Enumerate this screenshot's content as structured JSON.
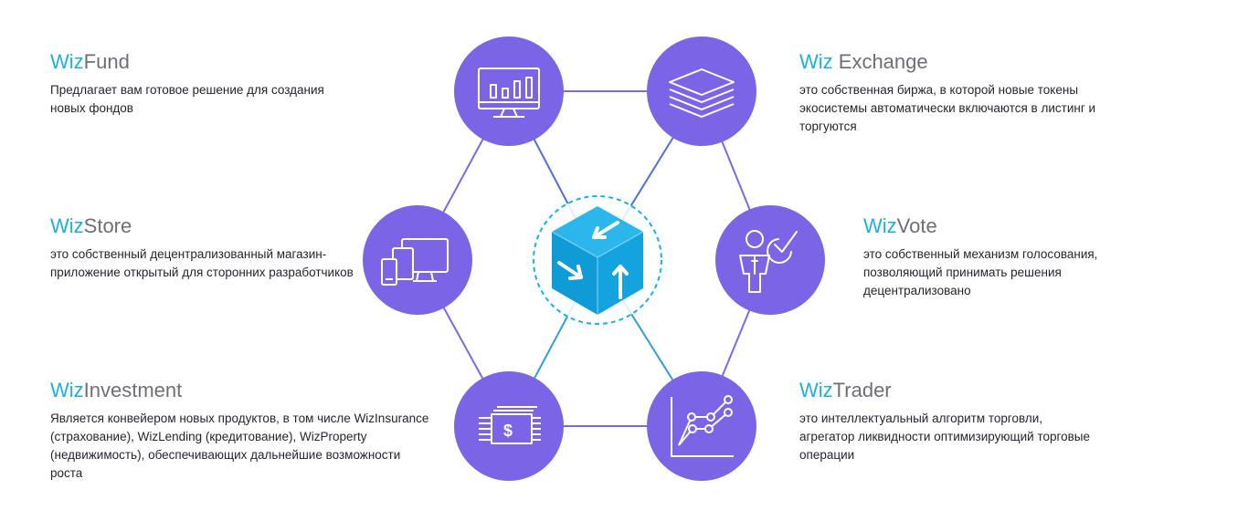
{
  "colors": {
    "accent": "#1ab0e4",
    "title_gray": "#6e6e7a",
    "node_purple": "#7b64e6",
    "line_purple": "#7b6ae0",
    "line_blue": "#2d9fd9",
    "cube_blue": "#13a4e0"
  },
  "center": {
    "icon": "cube-arrows-icon"
  },
  "products": [
    {
      "key": "fund",
      "icon": "monitor-bar-chart-icon",
      "title_accent": "Wiz",
      "title_rest": "Fund",
      "description": "Предлагает вам готовое решение для создания новых фондов"
    },
    {
      "key": "exchange",
      "icon": "layers-stack-icon",
      "title_accent": "Wiz",
      "title_rest": " Exchange",
      "description": "это собственная биржа, в которой новые токены экосистемы автоматически включаются в листинг и торгуются"
    },
    {
      "key": "store",
      "icon": "devices-icon",
      "title_accent": "Wiz",
      "title_rest": "Store",
      "description": "это собственный децентрализованный магазин-приложение открытый для сторонних разработчиков"
    },
    {
      "key": "vote",
      "icon": "person-checkmark-icon",
      "title_accent": "Wiz",
      "title_rest": "Vote",
      "description": "это собственный механизм голосования, позволяющий принимать решения децентрализовано"
    },
    {
      "key": "investment",
      "icon": "money-stack-icon",
      "title_accent": "Wiz",
      "title_rest": "Investment",
      "description": "Является конвейером новых продуктов, в том числе WizInsurance (страхование), WizLending (кредитование), WizProperty (недвижимость), обеспечивающих дальнейшие возможности роста"
    },
    {
      "key": "trader",
      "icon": "line-chart-icon",
      "title_accent": "Wiz",
      "title_rest": "Trader",
      "description": "это интеллектуальный алгоритм торговли, агрегатор ликвидности оптимизирующий торговые операции"
    }
  ]
}
